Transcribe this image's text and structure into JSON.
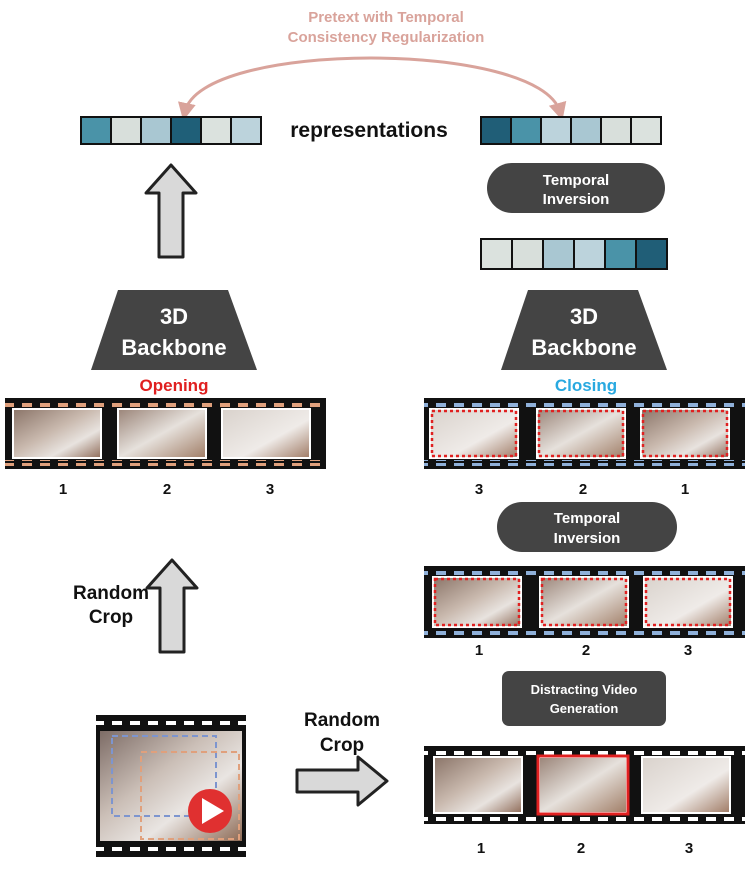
{
  "top_label": {
    "line1": "Pretext with Temporal",
    "line2": "Consistency Regularization"
  },
  "representations_label": "representations",
  "left_backbone": {
    "line1": "3D",
    "line2": "Backbone"
  },
  "right_backbone": {
    "line1": "3D",
    "line2": "Backbone"
  },
  "temporal_inversion_top": {
    "line1": "Temporal",
    "line2": "Inversion"
  },
  "temporal_inversion_mid": {
    "line1": "Temporal",
    "line2": "Inversion"
  },
  "distracting": {
    "line1": "Distracting Video",
    "line2": "Generation"
  },
  "opening_label": "Opening",
  "closing_label": "Closing",
  "random_crop_left": {
    "line1": "Random",
    "line2": "Crop"
  },
  "random_crop_bottom": {
    "line1": "Random",
    "line2": "Crop"
  },
  "frame_numbers": {
    "opening": [
      "1",
      "2",
      "3"
    ],
    "closing": [
      "3",
      "2",
      "1"
    ],
    "middle": [
      "1",
      "2",
      "3"
    ],
    "bottom": [
      "1",
      "2",
      "3"
    ]
  },
  "colors": {
    "dark_pill": "#444444",
    "accent_pink": "#d9a39b",
    "opening_red": "#e02020",
    "closing_blue": "#29a9e0",
    "cells_left": [
      "#4a93a8",
      "#d8dfdb",
      "#a9c7d2",
      "#1f5f78",
      "#dbe2de",
      "#bcd3dc"
    ],
    "cells_right_top": [
      "#205e77",
      "#4a93a8",
      "#bcd3dc",
      "#a9c7d2",
      "#d8dfdb",
      "#dbe2de"
    ],
    "cells_right_mid": [
      "#dbe2de",
      "#d8dfdb",
      "#a9c7d2",
      "#bcd3dc",
      "#4a93a8",
      "#205e77"
    ]
  },
  "icons": [
    "up-arrow-icon",
    "right-arrow-icon",
    "play-icon",
    "film-strip-icon"
  ]
}
